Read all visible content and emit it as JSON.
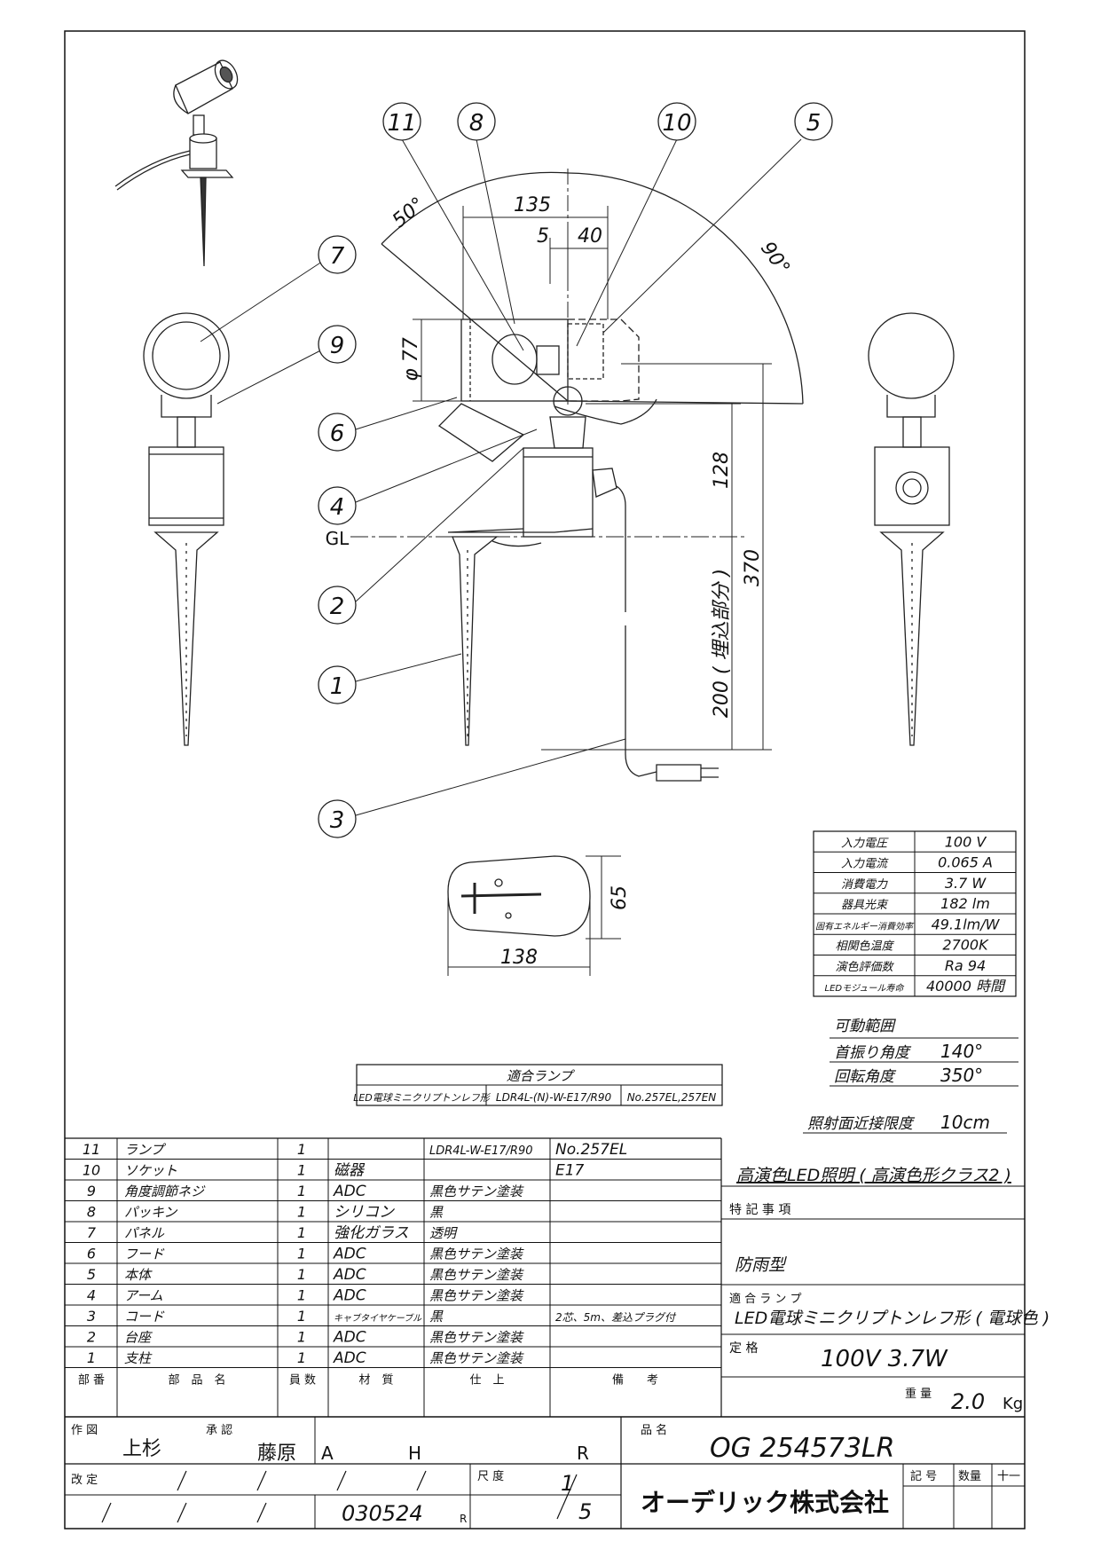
{
  "balloons": [
    "11",
    "8",
    "10",
    "5",
    "7",
    "9",
    "6",
    "4",
    "2",
    "1",
    "3"
  ],
  "dimensions": {
    "d135": "135",
    "d5": "5",
    "d40": "40",
    "phi77": "φ 77",
    "a50": "50°",
    "a90": "90°",
    "d128": "128",
    "d370": "370",
    "d200": "200 ( 埋込部分 )",
    "gl": "GL",
    "d65": "65",
    "d138": "138"
  },
  "specs": [
    {
      "label": "入力電圧",
      "value": "100 V"
    },
    {
      "label": "入力電流",
      "value": "0.065 A"
    },
    {
      "label": "消費電力",
      "value": "3.7 W"
    },
    {
      "label": "器具光束",
      "value": "182 lm"
    },
    {
      "label": "固有エネルギー消費効率",
      "value": "49.1lm/W"
    },
    {
      "label": "相関色温度",
      "value": "2700K"
    },
    {
      "label": "演色評価数",
      "value": "Ra 94"
    },
    {
      "label": "LEDモジュール寿命",
      "value": "40000 時間"
    }
  ],
  "movable": {
    "title": "可動範囲",
    "swing_label": "首振り角度",
    "swing_value": "140°",
    "rotation_label": "回転角度",
    "rotation_value": "350°"
  },
  "proximity": {
    "label": "照射面近接限度",
    "value": "10cm"
  },
  "lamp_table": {
    "title": "適合ランプ",
    "cells": [
      "LED電球ミニクリプトンレフ形",
      "LDR4L-(N)-W-E17/R90",
      "No.257EL,257EN"
    ]
  },
  "parts": [
    {
      "no": "11",
      "name": "ランプ",
      "qty": "1",
      "material": "",
      "finish": "LDR4L-W-E17/R90",
      "note": "No.257EL"
    },
    {
      "no": "10",
      "name": "ソケット",
      "qty": "1",
      "material": "磁器",
      "finish": "",
      "note": "E17"
    },
    {
      "no": "9",
      "name": "角度調節ネジ",
      "qty": "1",
      "material": "ADC",
      "finish": "黒色サテン塗装",
      "note": ""
    },
    {
      "no": "8",
      "name": "パッキン",
      "qty": "1",
      "material": "シリコン",
      "finish": "黒",
      "note": ""
    },
    {
      "no": "7",
      "name": "パネル",
      "qty": "1",
      "material": "強化ガラス",
      "finish": "透明",
      "note": ""
    },
    {
      "no": "6",
      "name": "フード",
      "qty": "1",
      "material": "ADC",
      "finish": "黒色サテン塗装",
      "note": ""
    },
    {
      "no": "5",
      "name": "本体",
      "qty": "1",
      "material": "ADC",
      "finish": "黒色サテン塗装",
      "note": ""
    },
    {
      "no": "4",
      "name": "アーム",
      "qty": "1",
      "material": "ADC",
      "finish": "黒色サテン塗装",
      "note": ""
    },
    {
      "no": "3",
      "name": "コード",
      "qty": "1",
      "material": "キャブタイヤケーブル",
      "finish": "黒",
      "note": "2芯、5m、差込プラグ付"
    },
    {
      "no": "2",
      "name": "台座",
      "qty": "1",
      "material": "ADC",
      "finish": "黒色サテン塗装",
      "note": ""
    },
    {
      "no": "1",
      "name": "支柱",
      "qty": "1",
      "material": "ADC",
      "finish": "黒色サテン塗装",
      "note": ""
    }
  ],
  "parts_header": [
    "部 番",
    "部　品　名",
    "員 数",
    "材　質",
    "仕　上",
    "備　　考"
  ],
  "features": {
    "high_cri": "高演色LED照明 ( 高演色形クラス2 )",
    "title": "特 記 事 項",
    "rain": "防雨型",
    "lamp_label": "適 合 ラ ン プ",
    "lamp_value": "LED電球ミニクリプトンレフ形 ( 電球色 )",
    "rating_label": "定 格",
    "rating_value": "100V  3.7W",
    "weight_label": "重 量",
    "weight_value": "2.0",
    "weight_unit": "Kg"
  },
  "title_block": {
    "drawn_label": "作 図",
    "drawn": "上杉",
    "approved_label": "承 認",
    "approved": "藤原",
    "grade_a": "A",
    "grade_h": "H",
    "grade_r": "R",
    "product_label": "品 名",
    "product": "OG 254573LR",
    "revision_label": "改 定",
    "scale_label": "尺 度",
    "scale_num": "1",
    "scale_den": "5",
    "date": "030524",
    "date_suffix": "R",
    "company": "オーデリック株式会社",
    "symbol_label": "記 号",
    "qty_label": "数量",
    "mark": "十一"
  }
}
